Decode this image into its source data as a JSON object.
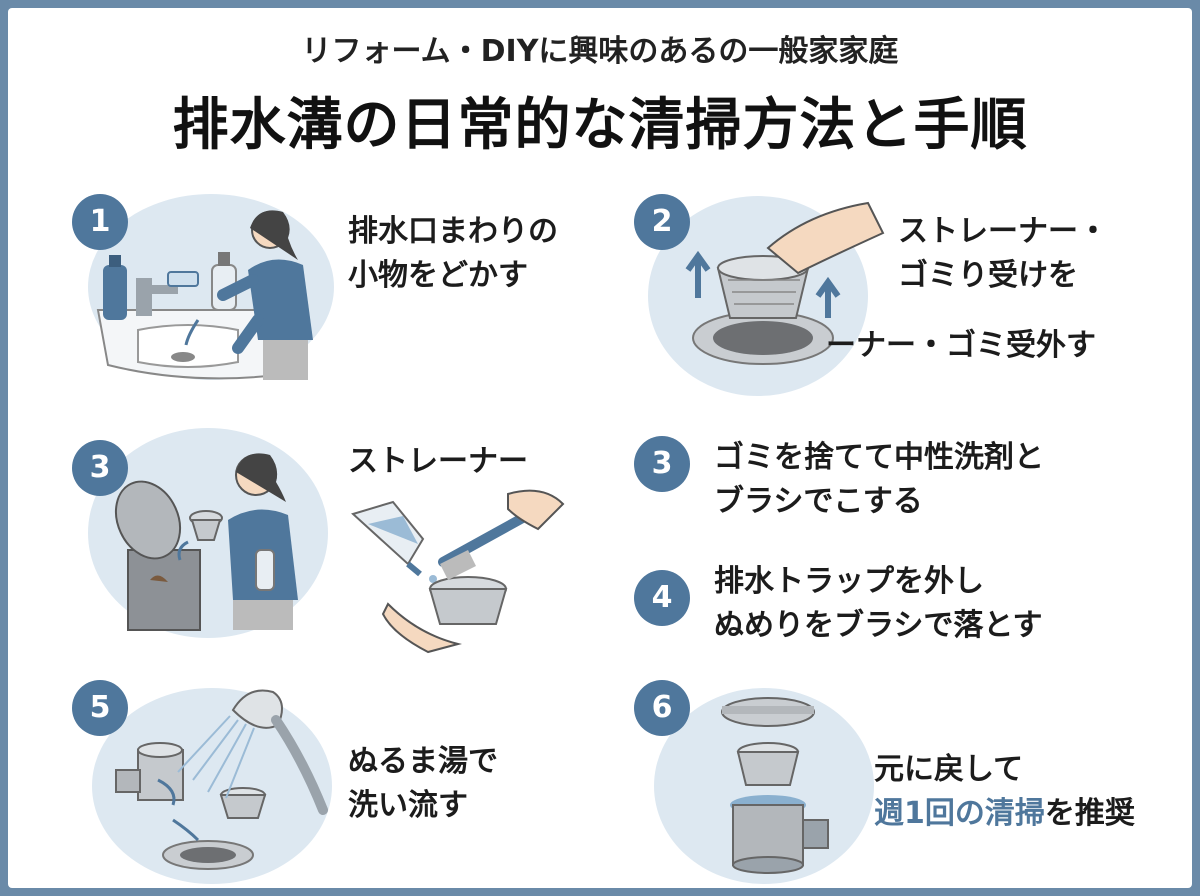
{
  "header": {
    "subtitle": "リフォーム・DIYに興味のあるの一般家家庭",
    "title": "排水溝の日常的な清掃方法と手順"
  },
  "steps": [
    {
      "badge": "1",
      "line1": "排水口まわりの",
      "line2": "小物をどかす"
    },
    {
      "badge": "2",
      "line1": "ストレーナー・",
      "line2": "ゴミり受けを",
      "line3": "ーナー・ゴミ受外す"
    },
    {
      "badge": "3",
      "line1": "ストレーナー"
    },
    {
      "badge": "3",
      "line1": "ゴミを捨てて中性洗剤と",
      "line2": "ブラシでこする"
    },
    {
      "badge": "4",
      "line1": "排水トラップを外し",
      "line2": "ぬめりをブラシで落とす"
    },
    {
      "badge": "5",
      "line1": "ぬるま湯で",
      "line2": "洗い流す"
    },
    {
      "badge": "6",
      "line1": "元に戻して",
      "line2_accent_a": "週1回の清掃",
      "line2_plain": "を推奨"
    }
  ],
  "colors": {
    "frame": "#6a8aa8",
    "badge": "#4f779c",
    "circle": "#dde8f1",
    "accent": "#4f779c"
  }
}
